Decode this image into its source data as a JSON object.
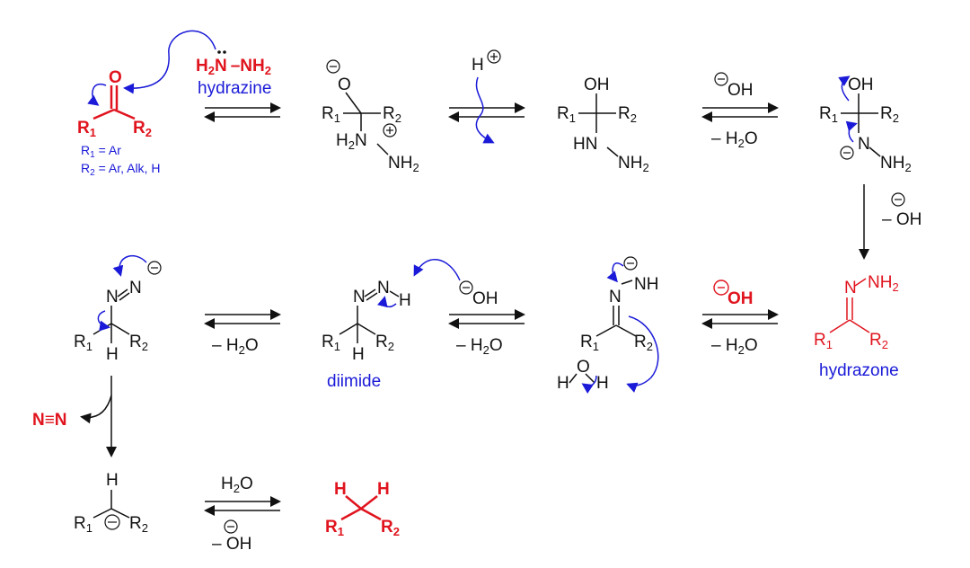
{
  "colors": {
    "black": "#111111",
    "red": "#e0141e",
    "blue": "#1a1ad8"
  },
  "reagent": {
    "hydrazine_formula_left": "H",
    "hydrazine_formula_sub": "2",
    "hydrazine_N": "N",
    "hydrazine_dash_NH2": "–NH",
    "hydrazine_sub2": "2",
    "hydrazine_name": "hydrazine"
  },
  "ketone": {
    "O": "O",
    "R1": "R",
    "R1_sub": "1",
    "R2": "R",
    "R2_sub": "2",
    "def_R1": "R",
    "def_R1_sub": "1",
    "def_R1_rest": " = Ar",
    "def_R2": "R",
    "def_R2_sub": "2",
    "def_R2_rest": " = Ar, Alk, H"
  },
  "intermediate1": {
    "O": "O",
    "R1": "R",
    "R1_sub": "1",
    "R2": "R",
    "R2_sub": "2",
    "H2N": "H",
    "H2N_sub": "2",
    "H2N_N": "N",
    "NH2": "NH",
    "NH2_sub": "2"
  },
  "proton": {
    "label": "H"
  },
  "intermediate2": {
    "OH": "OH",
    "R1": "R",
    "R1_sub": "1",
    "R2": "R",
    "R2_sub": "2",
    "HN": "HN",
    "NH2": "NH",
    "NH2_sub": "2"
  },
  "step3": {
    "reagent": "OH",
    "loss": "– H",
    "loss_sub": "2",
    "loss_O": "O"
  },
  "intermediate3": {
    "OH": "OH",
    "R1": "R",
    "R1_sub": "1",
    "R2": "R",
    "R2_sub": "2",
    "N": "N",
    "NH2": "NH",
    "NH2_sub": "2"
  },
  "step_down": {
    "loss": "– OH"
  },
  "hydrazone": {
    "N": "N",
    "NH2": "NH",
    "NH2_sub": "2",
    "R1": "R",
    "R1_sub": "1",
    "R2": "R",
    "R2_sub": "2",
    "name": "hydrazone"
  },
  "step4": {
    "reagent": "OH",
    "loss": "– H",
    "loss_sub": "2",
    "loss_O": "O"
  },
  "anion1": {
    "N": "N",
    "NH": "NH",
    "R1": "R",
    "R1_sub": "1",
    "R2": "R",
    "R2_sub": "2",
    "water_H1": "H",
    "water_O": "O",
    "water_H2": "H"
  },
  "step5": {
    "reagent": "OH",
    "loss": "– H",
    "loss_sub": "2",
    "loss_O": "O"
  },
  "diimide": {
    "N1": "N",
    "N2": "N",
    "H_N": "H",
    "R1": "R",
    "R1_sub": "1",
    "R2": "R",
    "R2_sub": "2",
    "H": "H",
    "name": "diimide"
  },
  "step6": {
    "loss": "– H",
    "loss_sub": "2",
    "loss_O": "O"
  },
  "anion2": {
    "N1": "N",
    "N2": "N",
    "R1": "R",
    "R1_sub": "1",
    "R2": "R",
    "R2_sub": "2",
    "H": "H"
  },
  "nitrogen": {
    "label": "N≡N"
  },
  "carbanion": {
    "H": "H",
    "R1": "R",
    "R1_sub": "1",
    "R2": "R",
    "R2_sub": "2"
  },
  "step7": {
    "reagent": "H",
    "reagent_sub": "2",
    "reagent_O": "O",
    "loss": "– OH"
  },
  "product": {
    "H1": "H",
    "H2": "H",
    "R1": "R",
    "R1_sub": "1",
    "R2": "R",
    "R2_sub": "2"
  }
}
